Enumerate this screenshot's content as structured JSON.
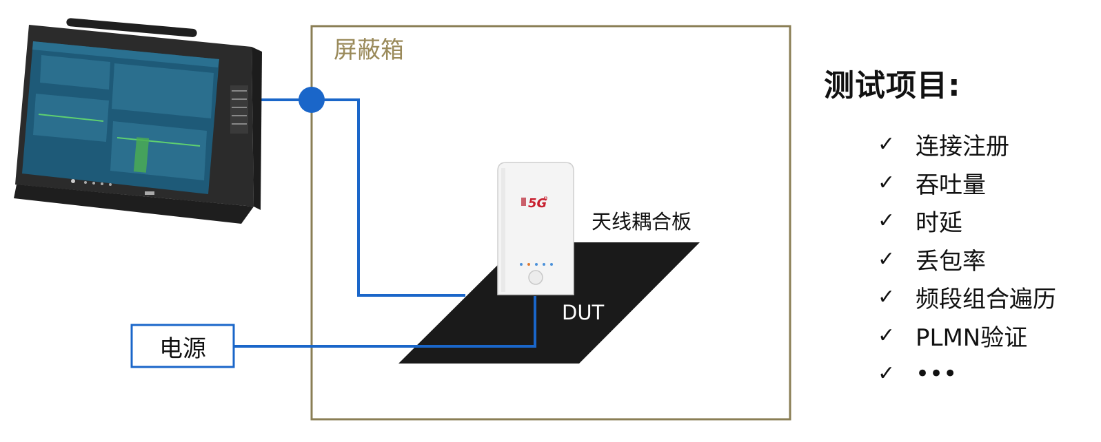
{
  "colors": {
    "shield_border": "#8a7e55",
    "shield_label": "#9a8a5a",
    "cable": "#1a66c9",
    "antenna_board": "#1a1a1a",
    "power_border": "#1a66c9",
    "device_screen": "#1e5a78",
    "device_body": "#2b2b2b"
  },
  "shield_box": {
    "label": "屏蔽箱"
  },
  "antenna_board": {
    "label": "天线耦合板"
  },
  "dut": {
    "label": "DUT",
    "brand_mark": "5G",
    "brand_superscript": "n"
  },
  "power": {
    "label": "电源"
  },
  "tests": {
    "title": "测试项目:",
    "items": [
      {
        "label": "连接注册"
      },
      {
        "label": "吞吐量"
      },
      {
        "label": "时延"
      },
      {
        "label": "丢包率"
      },
      {
        "label": "频段组合遍历"
      },
      {
        "label": "PLMN验证"
      },
      {
        "label": "•••"
      }
    ]
  }
}
